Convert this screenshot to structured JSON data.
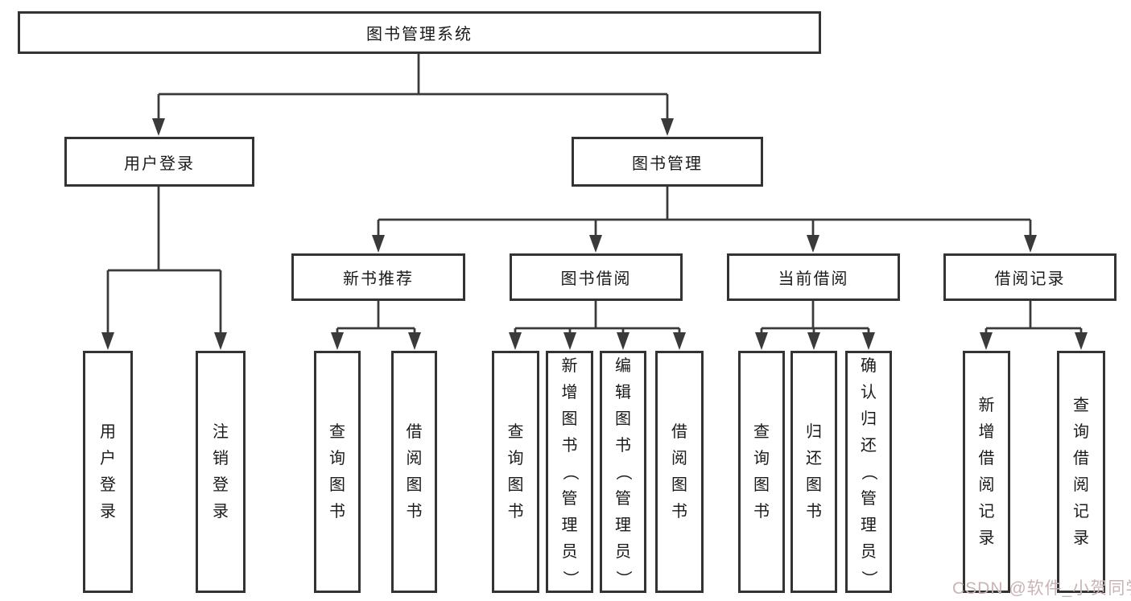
{
  "diagram": {
    "title": "图书管理系统",
    "tree": {
      "root": {
        "label": "图书管理系统",
        "children": [
          {
            "label": "用户登录",
            "children": [
              {
                "label": "用户登录"
              },
              {
                "label": "注销登录"
              }
            ]
          },
          {
            "label": "图书管理",
            "children": [
              {
                "label": "新书推荐",
                "children": [
                  {
                    "label": "查询图书"
                  },
                  {
                    "label": "借阅图书"
                  }
                ]
              },
              {
                "label": "图书借阅",
                "children": [
                  {
                    "label": "查询图书"
                  },
                  {
                    "label": "新增图书（管理员）"
                  },
                  {
                    "label": "编辑图书（管理员）"
                  },
                  {
                    "label": "借阅图书"
                  }
                ]
              },
              {
                "label": "当前借阅",
                "children": [
                  {
                    "label": "查询图书"
                  },
                  {
                    "label": "归还图书"
                  },
                  {
                    "label": "确认归还（管理员）"
                  }
                ]
              },
              {
                "label": "借阅记录",
                "children": [
                  {
                    "label": "新增借阅记录"
                  },
                  {
                    "label": "查询借阅记录"
                  }
                ]
              }
            ]
          }
        ]
      }
    }
  },
  "watermark": {
    "text": "CSDN @软件_小贺同学"
  },
  "colors": {
    "background": "#ffffff",
    "border": "#333333",
    "line": "#3a3a3a",
    "text": "#1a1a1a",
    "watermark": "#c9b4b4"
  }
}
